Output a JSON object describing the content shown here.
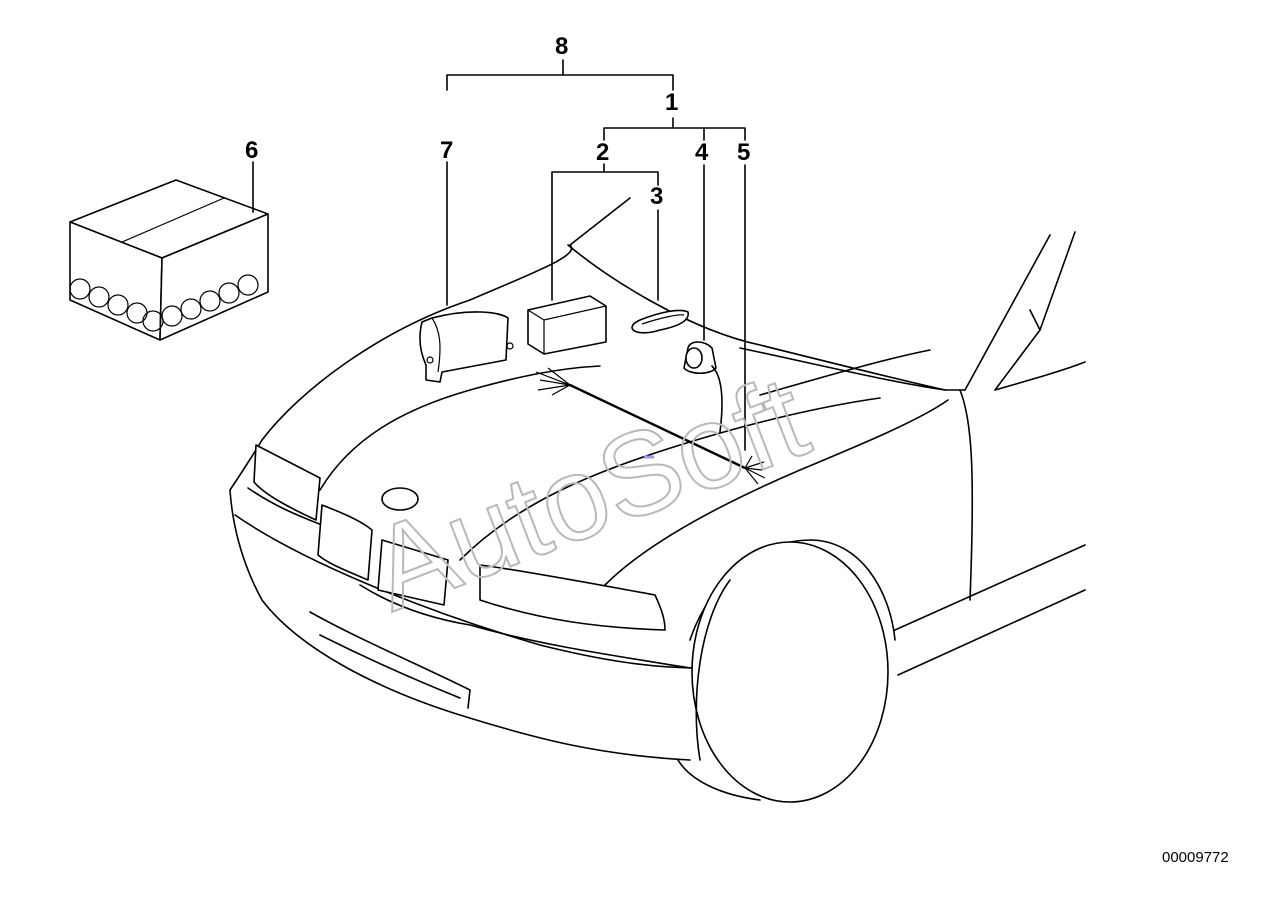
{
  "callouts": {
    "c1": "1",
    "c2": "2",
    "c3": "3",
    "c4": "4",
    "c5": "5",
    "c6": "6",
    "c7": "7",
    "c8": "8"
  },
  "drawing_number": "00009772",
  "watermark": "AutoSoft",
  "colors": {
    "line": "#000000",
    "watermark": "#b9b9b9",
    "marker": "#9a9af0"
  }
}
